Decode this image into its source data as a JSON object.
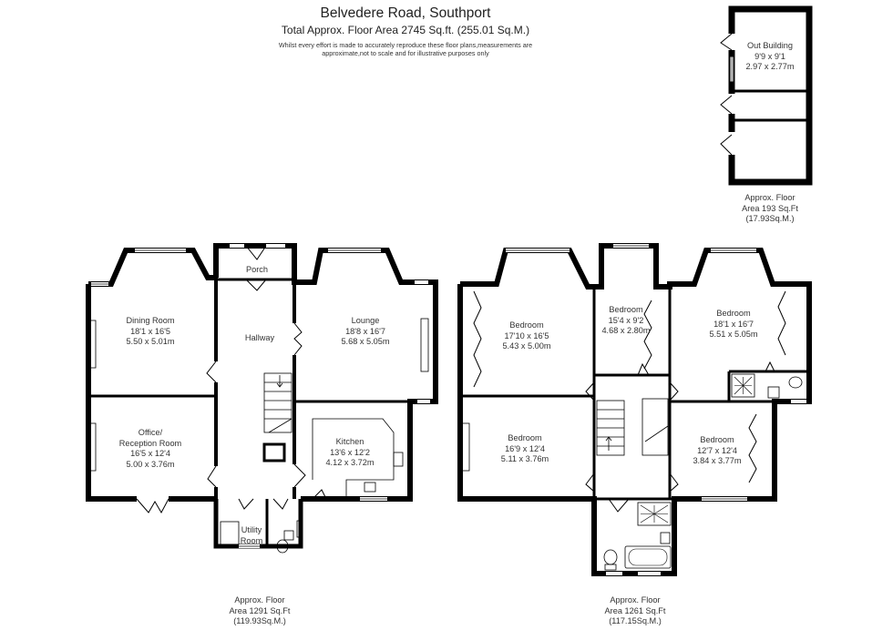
{
  "header": {
    "title": "Belvedere Road, Southport",
    "subtitle": "Total Approx. Floor Area 2745 Sq.ft. (255.01 Sq.M.)",
    "disclaimer_line1": "Whilst every effort is made to accurately reproduce these floor plans,measurements are",
    "disclaimer_line2": "approximate,not to scale and for illustrative purposes only"
  },
  "ground_floor": {
    "rooms": [
      {
        "name": "Dining Room",
        "imperial": "18'1 x 16'5",
        "metric": "5.50 x 5.01m"
      },
      {
        "name": "Porch"
      },
      {
        "name": "Hallway"
      },
      {
        "name": "Lounge",
        "imperial": "18'8 x 16'7",
        "metric": "5.68 x 5.05m"
      },
      {
        "name_line1": "Office/",
        "name_line2": "Reception Room",
        "imperial": "16'5 x 12'4",
        "metric": "5.00 x 3.76m"
      },
      {
        "name": "Kitchen",
        "imperial": "13'6 x 12'2",
        "metric": "4.12 x 3.72m"
      },
      {
        "name_line1": "Utility",
        "name_line2": "Room"
      }
    ],
    "area": {
      "line1": "Approx. Floor",
      "line2": "Area 1291 Sq.Ft",
      "line3": "(119.93Sq.M.)"
    }
  },
  "first_floor": {
    "rooms": [
      {
        "name": "Bedroom",
        "imperial": "17'10 x 16'5",
        "metric": "5.43 x 5.00m"
      },
      {
        "name": "Bedroom",
        "imperial": "15'4 x 9'2",
        "metric": "4.68 x 2.80m"
      },
      {
        "name": "Bedroom",
        "imperial": "18'1 x 16'7",
        "metric": "5.51 x 5.05m"
      },
      {
        "name": "Bedroom",
        "imperial": "16'9 x 12'4",
        "metric": "5.11 x 3.76m"
      },
      {
        "name": "Bedroom",
        "imperial": "12'7 x 12'4",
        "metric": "3.84 x 3.77m"
      }
    ],
    "area": {
      "line1": "Approx. Floor",
      "line2": "Area 1261 Sq.Ft",
      "line3": "(117.15Sq.M.)"
    }
  },
  "outbuilding": {
    "room": {
      "name": "Out Building",
      "imperial": "9'9 x 9'1",
      "metric": "2.97 x 2.77m"
    },
    "area": {
      "line1": "Approx. Floor",
      "line2": "Area 193 Sq.Ft",
      "line3": "(17.93Sq.M.)"
    }
  },
  "colors": {
    "wall": "#000000",
    "line": "#222222",
    "background": "#ffffff"
  }
}
